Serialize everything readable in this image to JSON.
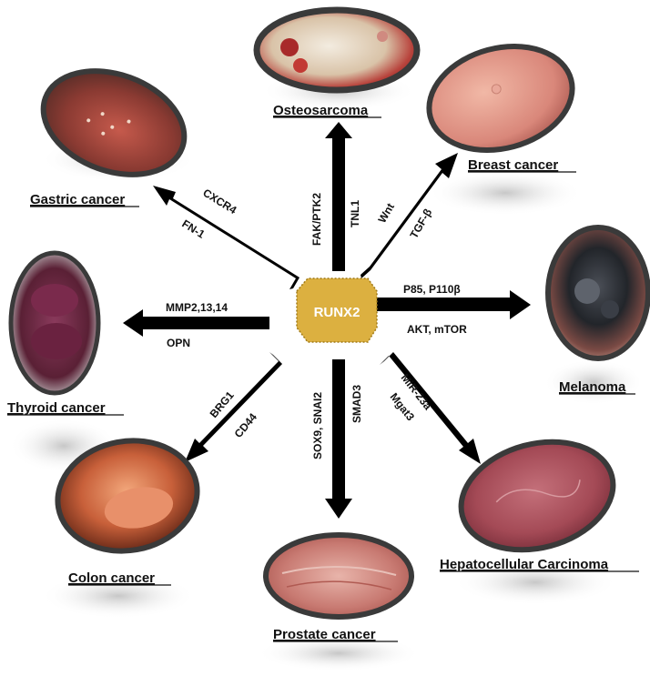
{
  "center": {
    "label": "RUNX2"
  },
  "diseases": [
    {
      "id": "osteosarcoma",
      "name": "Osteosarcoma",
      "genes": [
        "FAK/PTK2",
        "TNL1"
      ]
    },
    {
      "id": "breast",
      "name": "Breast cancer",
      "genes": [
        "Wnt",
        "TGF-β"
      ]
    },
    {
      "id": "gastric",
      "name": "Gastric cancer",
      "genes": [
        "CXCR4",
        "FN-1"
      ]
    },
    {
      "id": "melanoma",
      "name": "Melanoma",
      "genes": [
        "P85, P110β",
        "AKT, mTOR"
      ]
    },
    {
      "id": "thyroid",
      "name": "Thyroid cancer",
      "genes": [
        "MMP2,13,14",
        "OPN"
      ]
    },
    {
      "id": "colon",
      "name": "Colon cancer",
      "genes": [
        "BRG1",
        "CD44"
      ]
    },
    {
      "id": "hepatocellular",
      "name": "Hepatocellular Carcinoma",
      "genes": [
        "MiR-23a",
        "Mgat3"
      ]
    },
    {
      "id": "prostate",
      "name": "Prostate cancer",
      "genes": [
        "SOX9, SNAI2",
        "SMAD3"
      ]
    }
  ],
  "colors": {
    "arrow": "#000000",
    "center_fill": "#dcb040",
    "center_stroke": "#b08a20",
    "frame": "#3a3a3a"
  }
}
